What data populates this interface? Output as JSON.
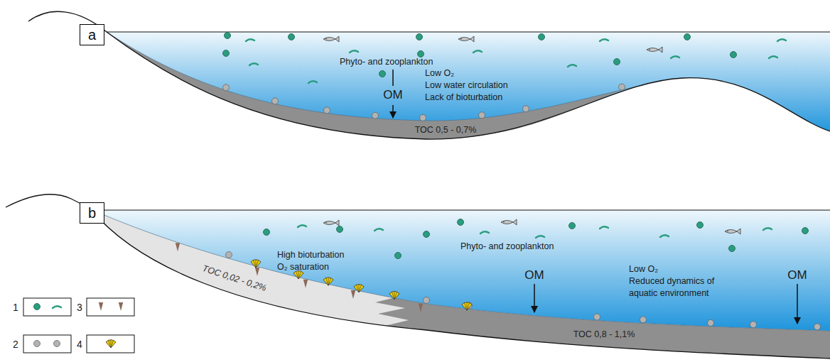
{
  "diagram": {
    "nodes": [
      {
        "text": [
          "a"
        ]
      },
      {
        "text": [
          "b"
        ]
      }
    ],
    "labels": [
      "Phyto- and zooplankton",
      "OM",
      "Low O₂",
      "Low water circulation",
      "Lack of bioturbation",
      "TOC 0,5 - 0,7%",
      "Phyto- and zooplankton",
      "High bioturbation",
      "O₂ saturation",
      "TOC 0,02 - 0,2%",
      "OM",
      "Low O₂",
      "Reduced dynamics of",
      "aquatic environment",
      "OM",
      "TOC 0,8 - 1,1%"
    ],
    "legend": [
      {
        "text": "1"
      },
      {
        "text": "2"
      },
      {
        "text": "3"
      },
      {
        "text": "4"
      }
    ]
  }
}
